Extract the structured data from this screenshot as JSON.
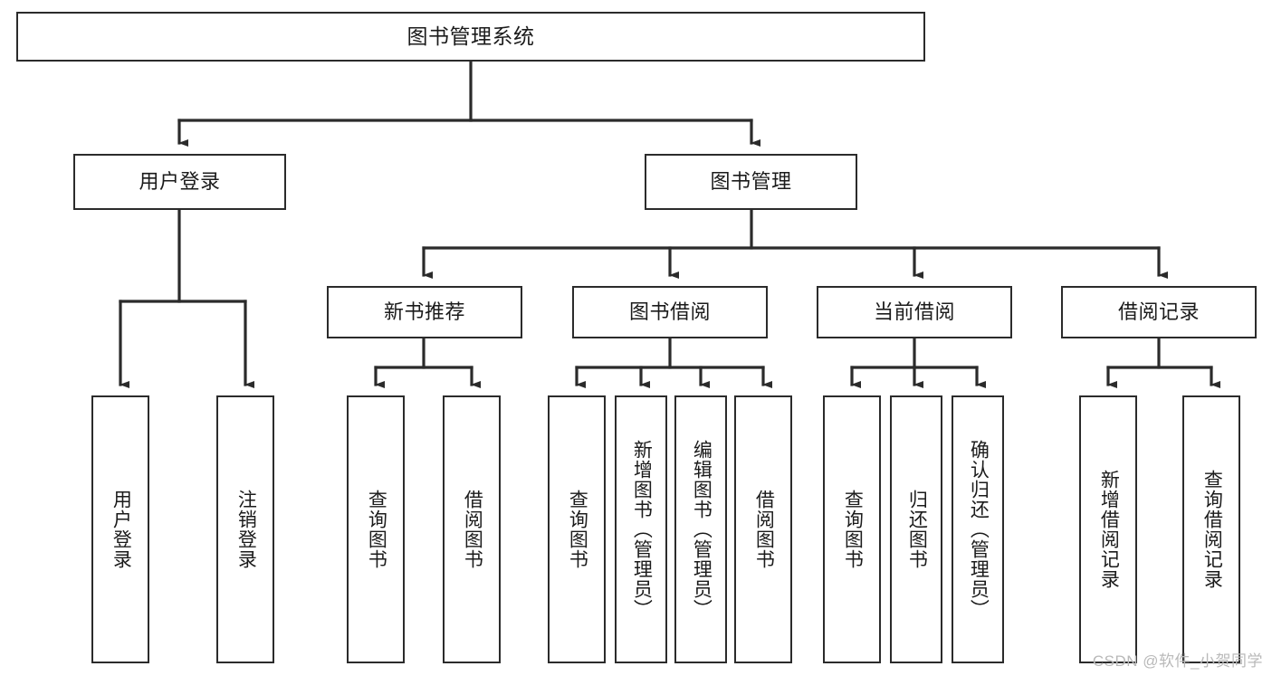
{
  "diagram": {
    "type": "tree-hierarchy",
    "title": "图书管理系统",
    "watermark": "CSDN @软件_小贺同学",
    "colors": {
      "stroke": "#2b2b2b",
      "fill": "#ffffff",
      "text": "#1b1b1b",
      "watermark": "#b9b9b9"
    },
    "levels": [
      {
        "level": 1,
        "nodes": [
          {
            "id": "root",
            "label": "图书管理系统",
            "orientation": "horizontal"
          }
        ]
      },
      {
        "level": 2,
        "nodes": [
          {
            "id": "user-login",
            "label": "用户登录",
            "orientation": "horizontal",
            "parent": "root"
          },
          {
            "id": "book-manage",
            "label": "图书管理",
            "orientation": "horizontal",
            "parent": "root"
          }
        ]
      },
      {
        "level": 3,
        "nodes": [
          {
            "id": "new-book-rec",
            "label": "新书推荐",
            "orientation": "horizontal",
            "parent": "book-manage"
          },
          {
            "id": "book-borrow",
            "label": "图书借阅",
            "orientation": "horizontal",
            "parent": "book-manage"
          },
          {
            "id": "current-borrow",
            "label": "当前借阅",
            "orientation": "horizontal",
            "parent": "book-manage"
          },
          {
            "id": "borrow-record",
            "label": "借阅记录",
            "orientation": "horizontal",
            "parent": "book-manage"
          }
        ]
      },
      {
        "level": 4,
        "nodes": [
          {
            "id": "leaf-user-login",
            "label": "用户登录",
            "orientation": "vertical",
            "parent": "user-login"
          },
          {
            "id": "leaf-logout",
            "label": "注销登录",
            "orientation": "vertical",
            "parent": "user-login"
          },
          {
            "id": "leaf-query-book-1",
            "label": "查询图书",
            "orientation": "vertical",
            "parent": "new-book-rec"
          },
          {
            "id": "leaf-borrow-book-1",
            "label": "借阅图书",
            "orientation": "vertical",
            "parent": "new-book-rec"
          },
          {
            "id": "leaf-query-book-2",
            "label": "查询图书",
            "orientation": "vertical",
            "parent": "book-borrow"
          },
          {
            "id": "leaf-add-book",
            "label": "新增图书（管理员）",
            "orientation": "vertical",
            "parent": "book-borrow"
          },
          {
            "id": "leaf-edit-book",
            "label": "编辑图书（管理员）",
            "orientation": "vertical",
            "parent": "book-borrow"
          },
          {
            "id": "leaf-borrow-book-2",
            "label": "借阅图书",
            "orientation": "vertical",
            "parent": "book-borrow"
          },
          {
            "id": "leaf-query-book-3",
            "label": "查询图书",
            "orientation": "vertical",
            "parent": "current-borrow"
          },
          {
            "id": "leaf-return-book",
            "label": "归还图书",
            "orientation": "vertical",
            "parent": "current-borrow"
          },
          {
            "id": "leaf-confirm-return",
            "label": "确认归还（管理员）",
            "orientation": "vertical",
            "parent": "current-borrow"
          },
          {
            "id": "leaf-add-record",
            "label": "新增借阅记录",
            "orientation": "vertical",
            "parent": "borrow-record"
          },
          {
            "id": "leaf-query-record",
            "label": "查询借阅记录",
            "orientation": "vertical",
            "parent": "borrow-record"
          }
        ]
      }
    ]
  }
}
